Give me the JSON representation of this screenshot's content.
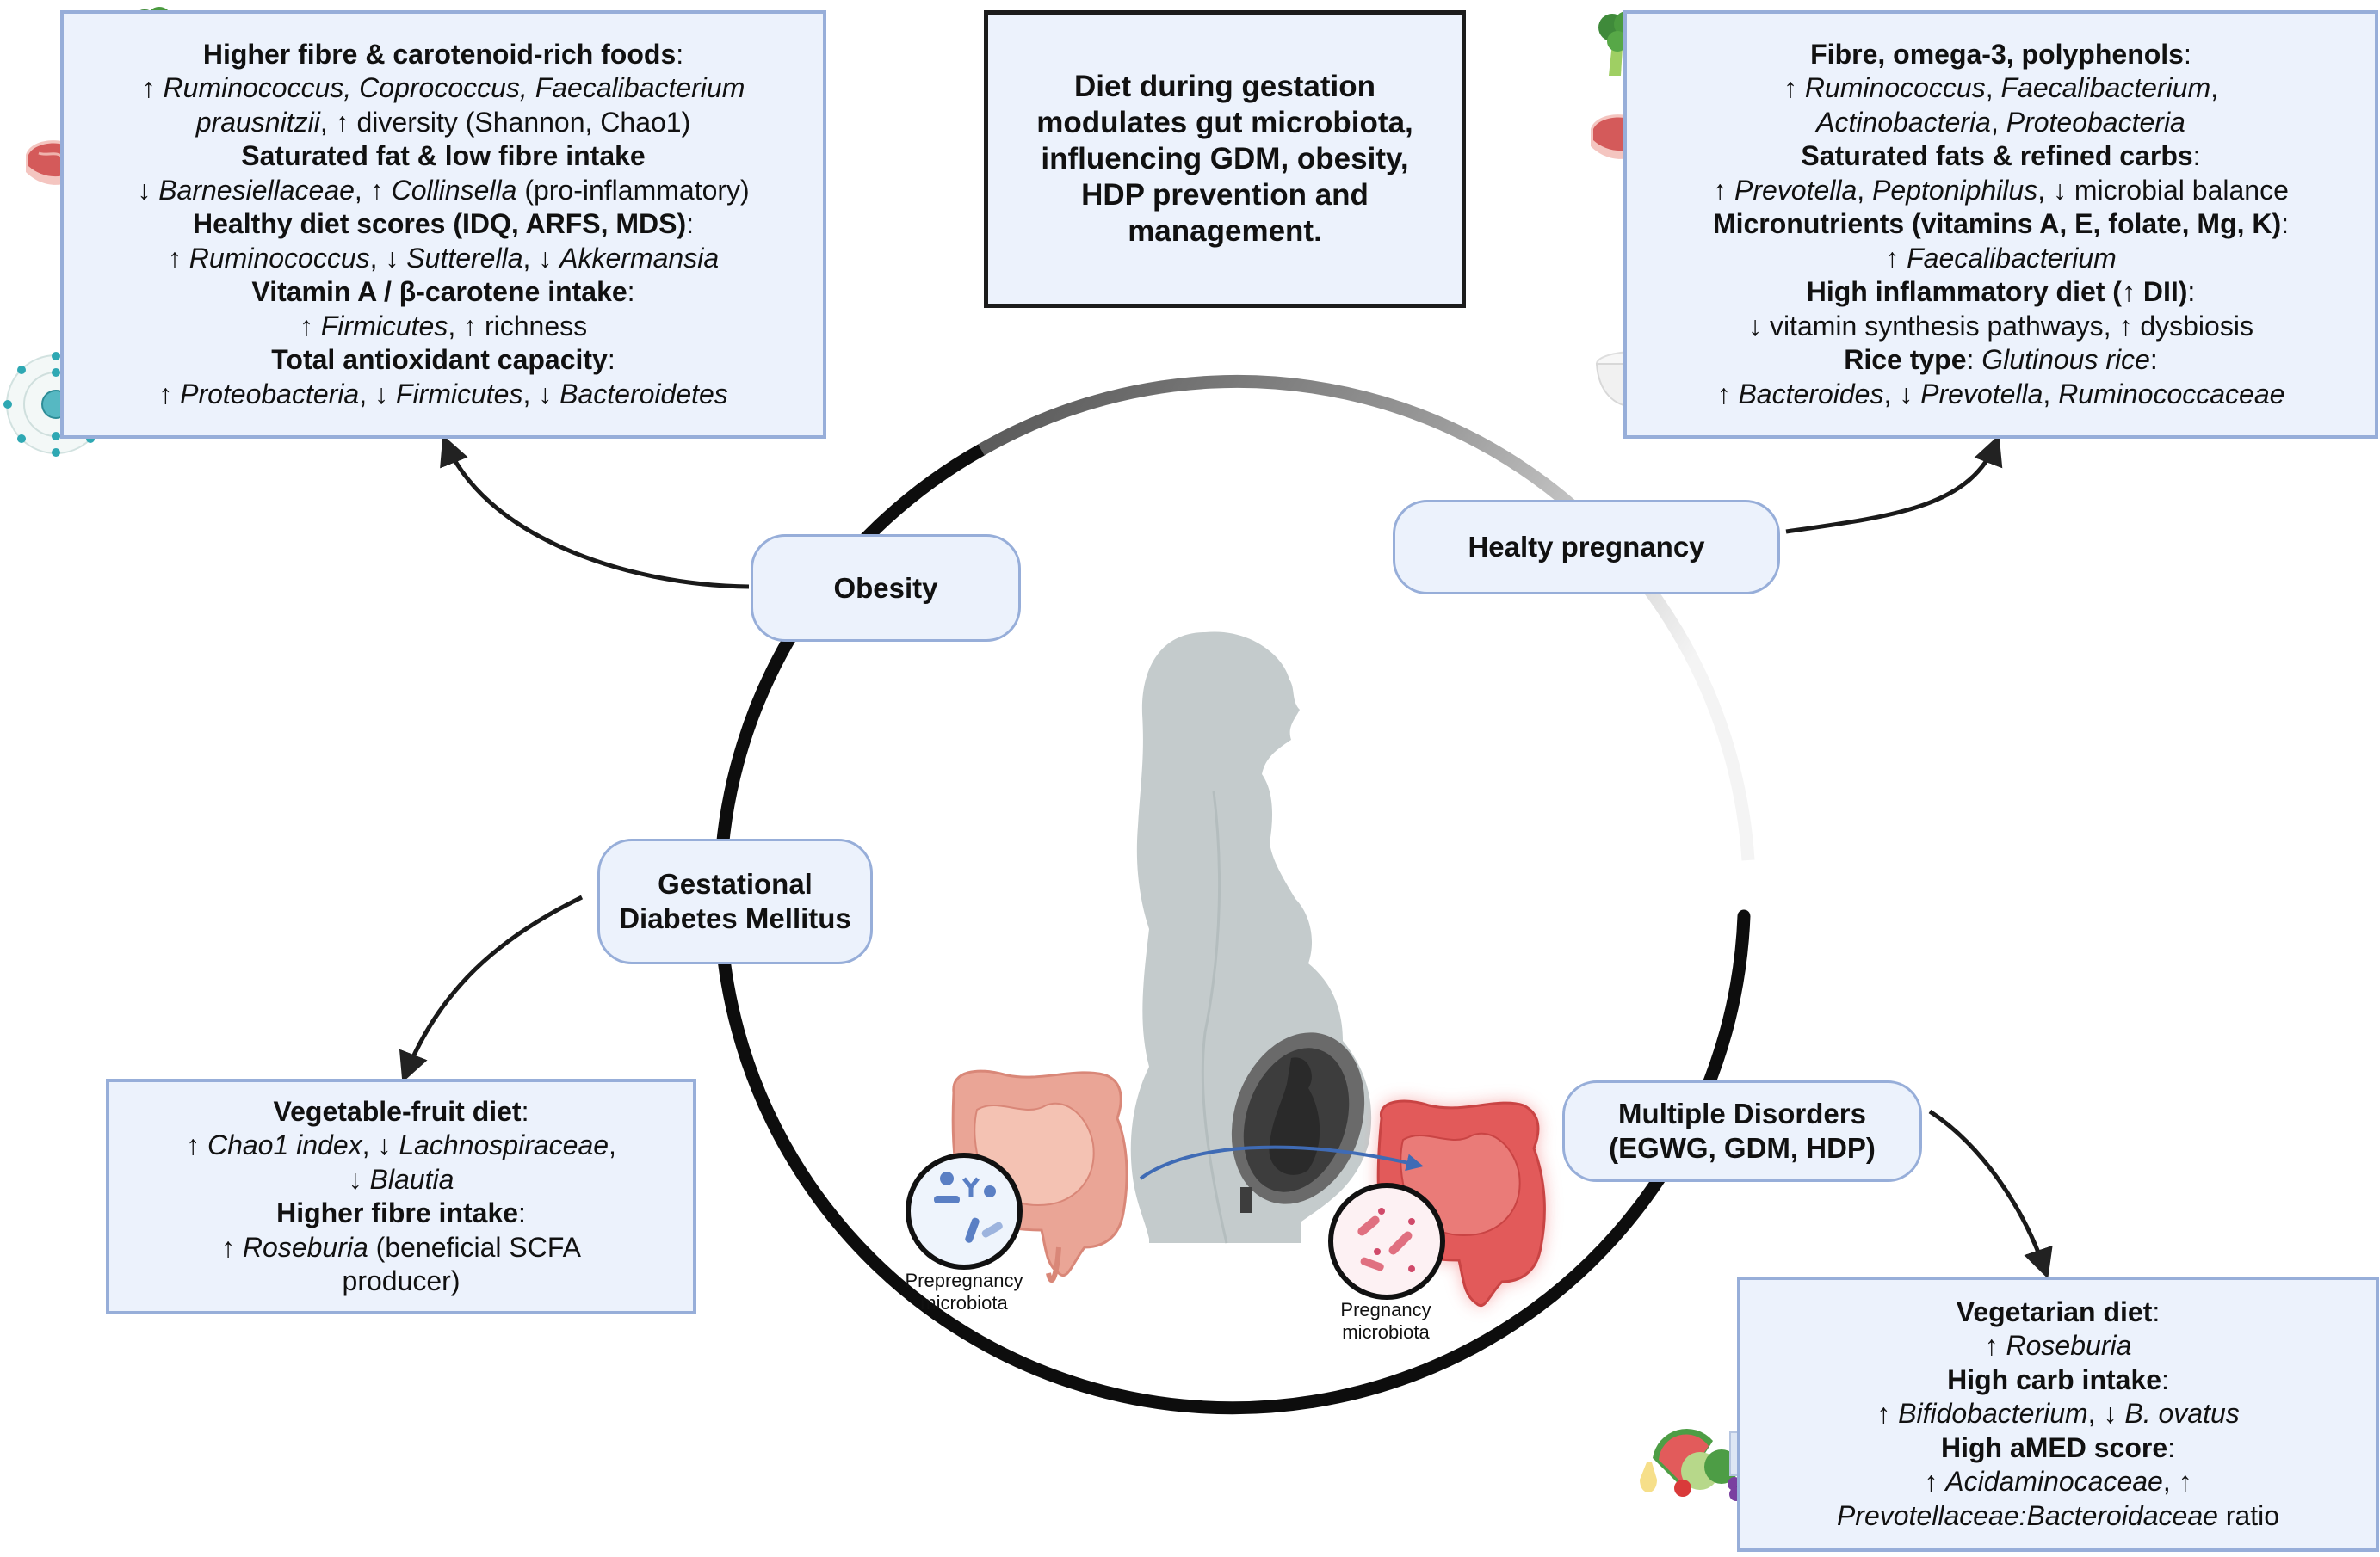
{
  "title": "Diet during gestation modulates gut microbiota, influencing GDM, obesity, HDP prevention and management.",
  "colors": {
    "panel_fill": "#ecf2fc",
    "panel_border": "#97aed9",
    "ring_dark": "#111111",
    "arrow_blue": "#3f6bb5",
    "gut_normal": "#e59a8d",
    "gut_inflamed": "#e0575a",
    "silhouette": "#c3cacb",
    "fetus": "#3a3a3a"
  },
  "nodes": {
    "obesity": "Obesity",
    "healthy": "Healty pregnancy",
    "gdm_line1": "Gestational",
    "gdm_line2": "Diabetes Mellitus",
    "multi_line1": "Multiple Disorders",
    "multi_line2": "(EGWG, GDM, HDP)"
  },
  "panels": {
    "obesity": {
      "icons": [
        "broccoli-icon",
        "meat-steak-icon",
        "antioxidant-atom-icon"
      ],
      "lines": [
        [
          {
            "t": "Higher fibre & carotenoid-rich foods",
            "s": "b"
          },
          {
            "t": ":",
            "s": "n"
          }
        ],
        [
          {
            "t": "↑ ",
            "s": "n"
          },
          {
            "t": "Ruminococcus, Coprococcus, Faecalibacterium",
            "s": "i"
          }
        ],
        [
          {
            "t": "prausnitzii",
            "s": "i"
          },
          {
            "t": ", ↑ diversity (Shannon, Chao1)",
            "s": "n"
          }
        ],
        [
          {
            "t": "Saturated fat & low fibre intake",
            "s": "b"
          }
        ],
        [
          {
            "t": "↓ ",
            "s": "n"
          },
          {
            "t": "Barnesiellaceae",
            "s": "i"
          },
          {
            "t": ", ↑ ",
            "s": "n"
          },
          {
            "t": "Collinsella",
            "s": "i"
          },
          {
            "t": " (pro-inflammatory)",
            "s": "n"
          }
        ],
        [
          {
            "t": "Healthy diet scores (IDQ, ARFS, MDS)",
            "s": "b"
          },
          {
            "t": ":",
            "s": "n"
          }
        ],
        [
          {
            "t": "↑ ",
            "s": "n"
          },
          {
            "t": "Ruminococcus",
            "s": "i"
          },
          {
            "t": ", ↓ ",
            "s": "n"
          },
          {
            "t": "Sutterella",
            "s": "i"
          },
          {
            "t": ", ↓ ",
            "s": "n"
          },
          {
            "t": "Akkermansia",
            "s": "i"
          }
        ],
        [
          {
            "t": "Vitamin A / β-carotene intake",
            "s": "b"
          },
          {
            "t": ":",
            "s": "n"
          }
        ],
        [
          {
            "t": "↑ ",
            "s": "n"
          },
          {
            "t": "Firmicutes",
            "s": "i"
          },
          {
            "t": ", ↑ richness",
            "s": "n"
          }
        ],
        [
          {
            "t": "Total antioxidant capacity",
            "s": "b"
          },
          {
            "t": ":",
            "s": "n"
          }
        ],
        [
          {
            "t": "↑ ",
            "s": "n"
          },
          {
            "t": "Proteobacteria",
            "s": "i"
          },
          {
            "t": ", ↓ ",
            "s": "n"
          },
          {
            "t": "Firmicutes",
            "s": "i"
          },
          {
            "t": ", ↓ ",
            "s": "n"
          },
          {
            "t": "Bacteroidetes",
            "s": "i"
          }
        ]
      ]
    },
    "healthy": {
      "icons": [
        "broccoli-icon",
        "fish-icon",
        "meat-steak-icon",
        "sugar-cubes-icon",
        "rice-bowl-icon"
      ],
      "lines": [
        [
          {
            "t": "Fibre, omega-3, polyphenols",
            "s": "b"
          },
          {
            "t": ":",
            "s": "n"
          }
        ],
        [
          {
            "t": "↑ ",
            "s": "n"
          },
          {
            "t": "Ruminococcus",
            "s": "i"
          },
          {
            "t": ", ",
            "s": "n"
          },
          {
            "t": "Faecalibacterium",
            "s": "i"
          },
          {
            "t": ",",
            "s": "n"
          }
        ],
        [
          {
            "t": "Actinobacteria",
            "s": "i"
          },
          {
            "t": ", ",
            "s": "n"
          },
          {
            "t": "Proteobacteria",
            "s": "i"
          }
        ],
        [
          {
            "t": "Saturated fats & refined carbs",
            "s": "b"
          },
          {
            "t": ":",
            "s": "n"
          }
        ],
        [
          {
            "t": "↑ ",
            "s": "n"
          },
          {
            "t": "Prevotella",
            "s": "i"
          },
          {
            "t": ", ",
            "s": "n"
          },
          {
            "t": "Peptoniphilus",
            "s": "i"
          },
          {
            "t": ", ↓ microbial balance",
            "s": "n"
          }
        ],
        [
          {
            "t": "Micronutrients (vitamins A, E, folate, Mg, K)",
            "s": "b"
          },
          {
            "t": ":",
            "s": "n"
          }
        ],
        [
          {
            "t": "↑ ",
            "s": "n"
          },
          {
            "t": "Faecalibacterium",
            "s": "i"
          }
        ],
        [
          {
            "t": "High inflammatory diet (↑ DII)",
            "s": "b"
          },
          {
            "t": ":",
            "s": "n"
          }
        ],
        [
          {
            "t": "↓ vitamin synthesis pathways, ↑ dysbiosis",
            "s": "n"
          }
        ],
        [
          {
            "t": "Rice type",
            "s": "b"
          },
          {
            "t": ": ",
            "s": "n"
          },
          {
            "t": "Glutinous rice",
            "s": "i"
          },
          {
            "t": ":",
            "s": "n"
          }
        ],
        [
          {
            "t": "↑ ",
            "s": "n"
          },
          {
            "t": "Bacteroides",
            "s": "i"
          },
          {
            "t": ", ↓ ",
            "s": "n"
          },
          {
            "t": "Prevotella",
            "s": "i"
          },
          {
            "t": ", ",
            "s": "n"
          },
          {
            "t": "Ruminococcaceae",
            "s": "i"
          }
        ]
      ]
    },
    "gdm": {
      "icons": [
        "broccoli-icon"
      ],
      "lines": [
        [
          {
            "t": "Vegetable-fruit diet",
            "s": "b"
          },
          {
            "t": ":",
            "s": "n"
          }
        ],
        [
          {
            "t": "↑ ",
            "s": "n"
          },
          {
            "t": "Chao1 index",
            "s": "i"
          },
          {
            "t": ", ↓ ",
            "s": "n"
          },
          {
            "t": "Lachnospiraceae",
            "s": "i"
          },
          {
            "t": ",",
            "s": "n"
          }
        ],
        [
          {
            "t": "↓ ",
            "s": "n"
          },
          {
            "t": "Blautia",
            "s": "i"
          }
        ],
        [
          {
            "t": "Higher fibre intake",
            "s": "b"
          },
          {
            "t": ":",
            "s": "n"
          }
        ],
        [
          {
            "t": "↑ ",
            "s": "n"
          },
          {
            "t": "Roseburia",
            "s": "i"
          },
          {
            "t": " (beneficial SCFA",
            "s": "n"
          }
        ],
        [
          {
            "t": "producer)",
            "s": "n"
          }
        ]
      ]
    },
    "multi": {
      "icons": [
        "fruits-vegetables-icon"
      ],
      "lines": [
        [
          {
            "t": "Vegetarian diet",
            "s": "b"
          },
          {
            "t": ":",
            "s": "n"
          }
        ],
        [
          {
            "t": "↑ ",
            "s": "n"
          },
          {
            "t": "Roseburia",
            "s": "i"
          }
        ],
        [
          {
            "t": "High carb intake",
            "s": "b"
          },
          {
            "t": ":",
            "s": "n"
          }
        ],
        [
          {
            "t": "↑ ",
            "s": "n"
          },
          {
            "t": "Bifidobacterium",
            "s": "i"
          },
          {
            "t": ", ↓ ",
            "s": "n"
          },
          {
            "t": "B. ovatus",
            "s": "i"
          }
        ],
        [
          {
            "t": "High aMED score",
            "s": "b"
          },
          {
            "t": ":",
            "s": "n"
          }
        ],
        [
          {
            "t": "↑ ",
            "s": "n"
          },
          {
            "t": "Acidaminocaceae",
            "s": "i"
          },
          {
            "t": ", ↑",
            "s": "n"
          }
        ],
        [
          {
            "t": "Prevotellaceae:Bacteroidaceae",
            "s": "i"
          },
          {
            "t": " ratio",
            "s": "n"
          }
        ]
      ]
    }
  },
  "captions": {
    "prepregnancy_line1": "Prepregnancy",
    "prepregnancy_line2": "microbiota",
    "pregnancy_line1": "Pregnancy",
    "pregnancy_line2": "microbiota"
  }
}
